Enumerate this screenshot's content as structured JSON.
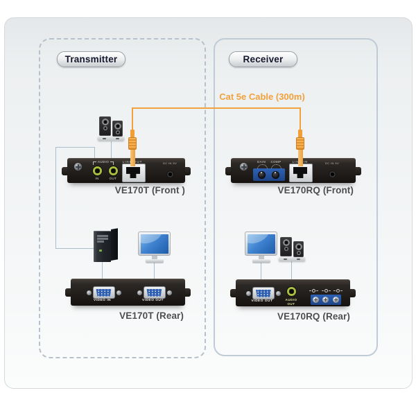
{
  "transmitter": {
    "box_label": "Transmitter",
    "front": {
      "name": "VE170T (Front )",
      "audio_group": "AUDIO",
      "jack_in": "IN",
      "jack_out": "OUT",
      "line_out": "LINE OUT",
      "power": "DC IN 5V"
    },
    "rear": {
      "name": "VE170T (Rear)",
      "video_in": "VIDEO IN",
      "video_out": "VIDEO OUT"
    }
  },
  "receiver": {
    "box_label": "Receiver",
    "front": {
      "name": "VE170RQ (Front)",
      "gain": "GAIN",
      "comp": "COMP",
      "line_in": "LINE IN",
      "power": "DC IN 5V"
    },
    "rear": {
      "name": "VE170RQ (Rear)",
      "video_out": "VIDEO OUT",
      "audio_out": "AUDIO OUT"
    }
  },
  "cable": {
    "label": "Cat 5e Cable (300m)",
    "color": "#F2A13C"
  },
  "colors": {
    "device_black": "#221E1C",
    "port_blue": "#2F5FB0",
    "jack_green": "#AABF3E",
    "terminal_blue": "#2E62B5",
    "tx_box_border": "#B6C1CB",
    "rx_box_border": "#BFCBD6",
    "connection_line": "#A9BDCB"
  }
}
